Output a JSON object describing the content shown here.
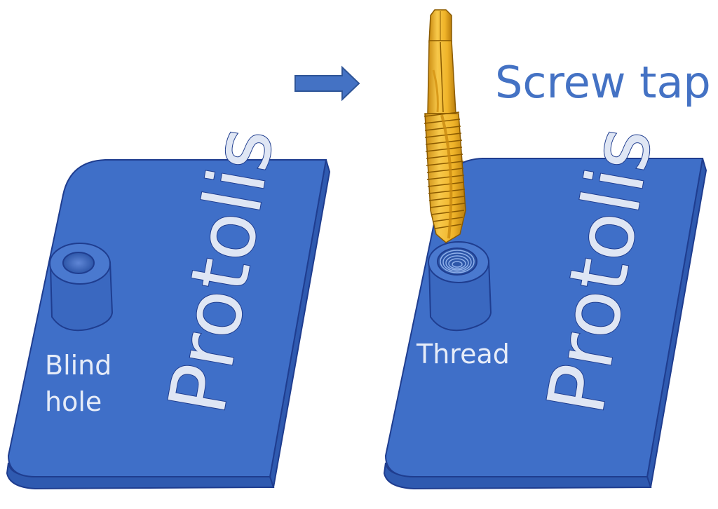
{
  "title": "Screw tap",
  "left_panel": {
    "brand": "Protolis",
    "label_line1": "Blind",
    "label_line2": "hole"
  },
  "right_panel": {
    "brand": "Protolis",
    "label": "Thread"
  },
  "colors": {
    "plate_top": "#3f6fc8",
    "plate_side": "#2f5ab0",
    "outline": "#1f3d8f",
    "arrow": "#4472c4",
    "tap": "#f0b429",
    "tap_dark": "#c98a10",
    "title": "#4472c4"
  }
}
